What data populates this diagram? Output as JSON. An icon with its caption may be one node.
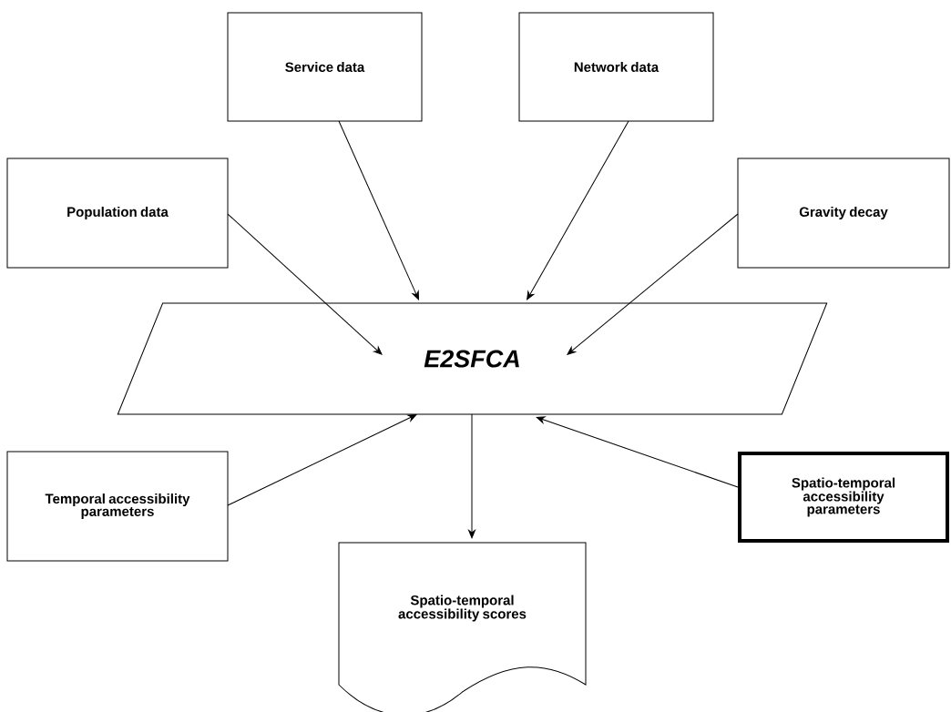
{
  "diagram": {
    "nodes": [
      {
        "text": [
          "Service data"
        ]
      },
      {
        "text": [
          "Network data"
        ]
      },
      {
        "text": [
          "Population data"
        ]
      },
      {
        "text": [
          "Gravity decay"
        ]
      },
      {
        "text": [
          "E2SFCA"
        ]
      },
      {
        "text": [
          "Temporal accessibility parameters"
        ]
      },
      {
        "text": [
          "Spatio-temporal accessibility parameters"
        ]
      },
      {
        "text": [
          "Spatio-temporal accessibility scores"
        ]
      }
    ],
    "edges": [
      {
        "from": 0,
        "to": 4,
        "arrow": "to"
      },
      {
        "from": 1,
        "to": 4,
        "arrow": "to"
      },
      {
        "from": 2,
        "to": 4,
        "arrow": "to"
      },
      {
        "from": 3,
        "to": 4,
        "arrow": "to"
      },
      {
        "from": 5,
        "to": 4,
        "arrow": "to"
      },
      {
        "from": 6,
        "to": 4,
        "arrow": "to"
      },
      {
        "from": 4,
        "to": 7,
        "arrow": "to"
      }
    ]
  }
}
